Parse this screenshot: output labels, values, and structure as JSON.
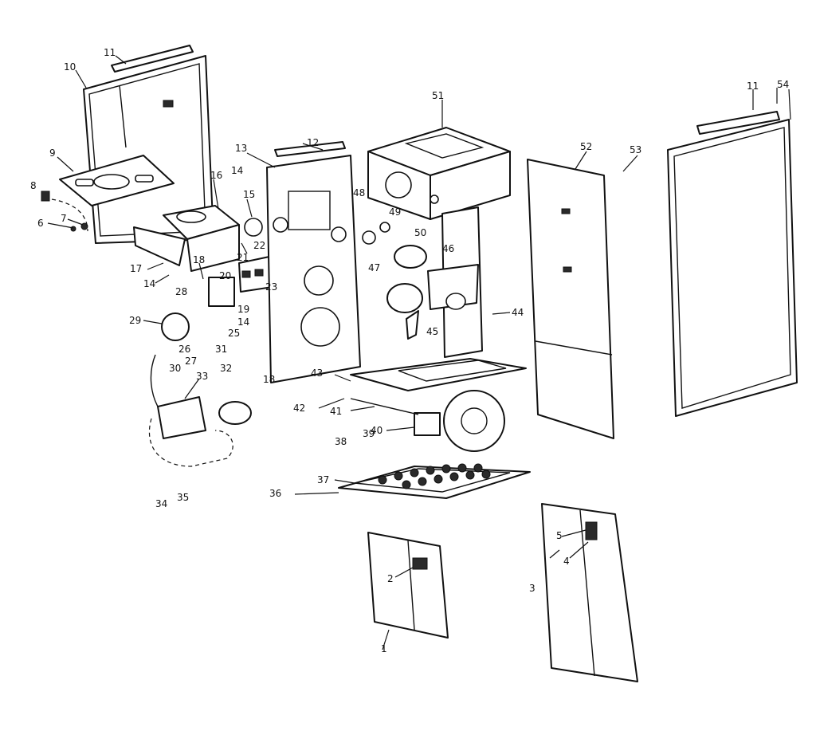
{
  "callouts": [
    {
      "id": "c1",
      "text": "1"
    },
    {
      "id": "c2",
      "text": "2"
    },
    {
      "id": "c3",
      "text": "3"
    },
    {
      "id": "c4",
      "text": "4"
    },
    {
      "id": "c5",
      "text": "5"
    },
    {
      "id": "c6",
      "text": "6"
    },
    {
      "id": "c7",
      "text": "7"
    },
    {
      "id": "c8",
      "text": "8"
    },
    {
      "id": "c9",
      "text": "9"
    },
    {
      "id": "c10",
      "text": "10"
    },
    {
      "id": "c11a",
      "text": "11"
    },
    {
      "id": "c11b",
      "text": "11"
    },
    {
      "id": "c12",
      "text": "12"
    },
    {
      "id": "c13",
      "text": "13"
    },
    {
      "id": "c14a",
      "text": "14"
    },
    {
      "id": "c14b",
      "text": "14"
    },
    {
      "id": "c14c",
      "text": "14"
    },
    {
      "id": "c15",
      "text": "15"
    },
    {
      "id": "c16",
      "text": "16"
    },
    {
      "id": "c17",
      "text": "17"
    },
    {
      "id": "c18a",
      "text": "18"
    },
    {
      "id": "c18b",
      "text": "18"
    },
    {
      "id": "c19",
      "text": "19"
    },
    {
      "id": "c20",
      "text": "20"
    },
    {
      "id": "c21",
      "text": "21"
    },
    {
      "id": "c22",
      "text": "22"
    },
    {
      "id": "c23",
      "text": "23"
    },
    {
      "id": "c25",
      "text": "25"
    },
    {
      "id": "c26",
      "text": "26"
    },
    {
      "id": "c27",
      "text": "27"
    },
    {
      "id": "c28",
      "text": "28"
    },
    {
      "id": "c29",
      "text": "29"
    },
    {
      "id": "c30",
      "text": "30"
    },
    {
      "id": "c31",
      "text": "31"
    },
    {
      "id": "c32",
      "text": "32"
    },
    {
      "id": "c33",
      "text": "33"
    },
    {
      "id": "c34",
      "text": "34"
    },
    {
      "id": "c35",
      "text": "35"
    },
    {
      "id": "c36",
      "text": "36"
    },
    {
      "id": "c37",
      "text": "37"
    },
    {
      "id": "c38",
      "text": "38"
    },
    {
      "id": "c39",
      "text": "39"
    },
    {
      "id": "c40",
      "text": "40"
    },
    {
      "id": "c41",
      "text": "41"
    },
    {
      "id": "c42",
      "text": "42"
    },
    {
      "id": "c43",
      "text": "43"
    },
    {
      "id": "c44",
      "text": "44"
    },
    {
      "id": "c45",
      "text": "45"
    },
    {
      "id": "c46",
      "text": "46"
    },
    {
      "id": "c47",
      "text": "47"
    },
    {
      "id": "c48",
      "text": "48"
    },
    {
      "id": "c49",
      "text": "49"
    },
    {
      "id": "c50",
      "text": "50"
    },
    {
      "id": "c51",
      "text": "51"
    },
    {
      "id": "c52",
      "text": "52"
    },
    {
      "id": "c53",
      "text": "53"
    },
    {
      "id": "c54",
      "text": "54"
    }
  ]
}
